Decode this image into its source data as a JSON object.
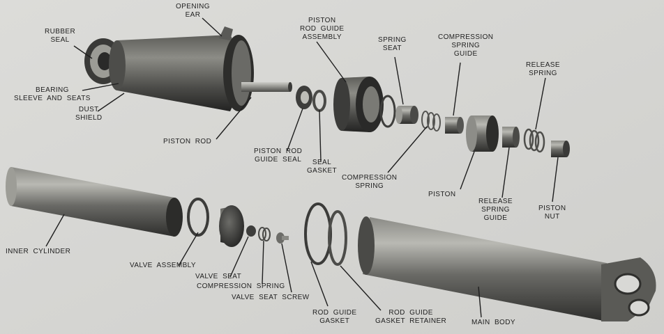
{
  "background": "#d9d9d7",
  "ink": "#1f1f1f",
  "metal_dark": "#3b3b39",
  "metal_mid": "#6e6e6a",
  "metal_light": "#b4b4ae",
  "labels": {
    "opening_ear": "OPENING\nEAR",
    "rubber_seal": "RUBBER\nSEAL",
    "piston_rod_guide_assembly": "PISTON\nROD  GUIDE\nASSEMBLY",
    "spring_seat": "SPRING\nSEAT",
    "compression_spring_guide": "COMPRESSION\nSPRING\nGUIDE",
    "release_spring": "RELEASE\nSPRING",
    "bearing_sleeve_and_seats": "BEARING\nSLEEVE  AND  SEATS",
    "dust_shield": "DUST\nSHIELD",
    "piston_rod": "PISTON  ROD",
    "piston_rod_guide_seal": "PISTON  ROD\nGUIDE  SEAL",
    "seal_gasket": "SEAL\nGASKET",
    "compression_spring": "COMPRESSION\nSPRING",
    "piston": "PISTON",
    "release_spring_guide": "RELEASE\nSPRING\nGUIDE",
    "piston_nut": "PISTON\nNUT",
    "inner_cylinder": "INNER  CYLINDER",
    "valve_assembly": "VALVE  ASSEMBLY",
    "valve_seat": "VALVE  SEAT",
    "compression_spring_lower": "COMPRESSION  SPRING",
    "valve_seat_screw": "VALVE  SEAT  SCREW",
    "rod_guide_gasket": "ROD  GUIDE\nGASKET",
    "rod_guide_gasket_retainer": "ROD  GUIDE\nGASKET  RETAINER",
    "main_body": "MAIN  BODY"
  }
}
